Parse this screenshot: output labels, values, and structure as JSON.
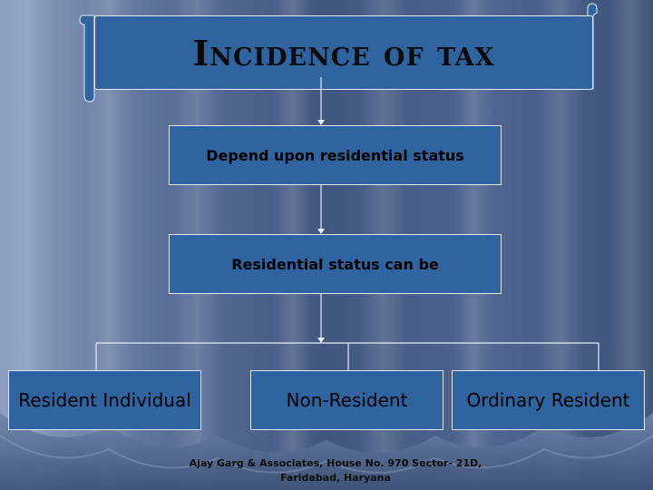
{
  "title": "Incidence of tax",
  "boxes": {
    "level1": "Depend upon residential status",
    "level2": "Residential status can be",
    "leaves": [
      "Resident Individual",
      "Non-Resident",
      "Ordinary Resident"
    ]
  },
  "footer": {
    "line1": "Ajay Garg & Associates, House No. 970 Sector- 21D,",
    "line2": "Faridabad, Haryana"
  },
  "colors": {
    "background": "#4a5f86",
    "box_fill": "#2f64a0",
    "box_border": "#dfe6f1",
    "connector": "#e6ecf5"
  }
}
